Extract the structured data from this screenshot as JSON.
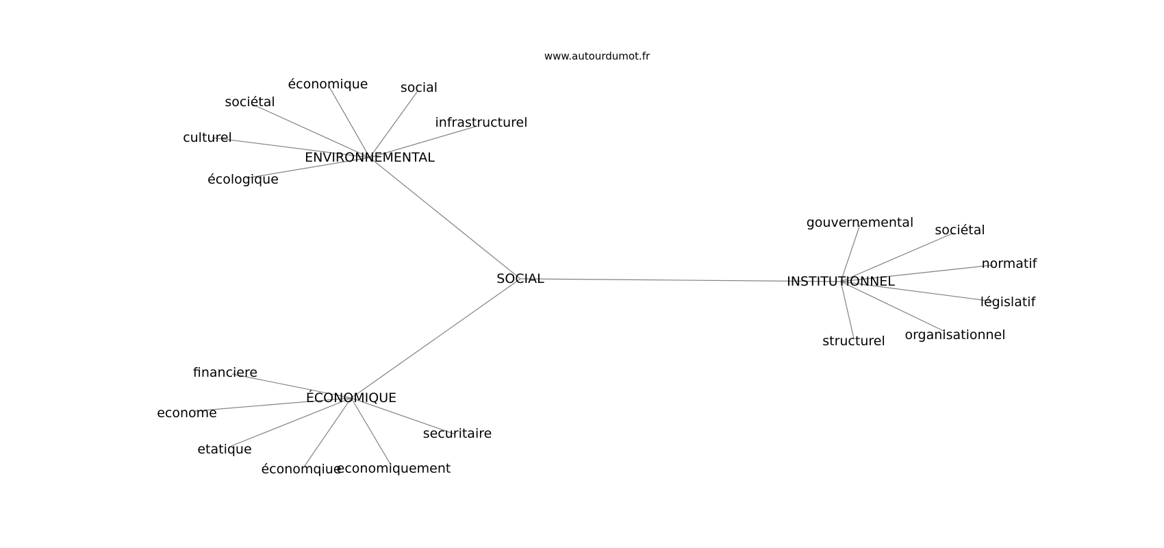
{
  "watermark": "www.autourdumot.fr",
  "graph": {
    "center": "SOCIAL",
    "hubs": [
      {
        "id": "environnemental",
        "label": "ENVIRONNEMENTAL",
        "leaves": [
          "économique",
          "social",
          "sociétal",
          "infrastructurel",
          "culturel",
          "écologique"
        ]
      },
      {
        "id": "institutionnel",
        "label": "INSTITUTIONNEL",
        "leaves": [
          "gouvernemental",
          "sociétal",
          "normatif",
          "législatif",
          "organisationnel",
          "structurel"
        ]
      },
      {
        "id": "economique",
        "label": "ÉCONOMIQUE",
        "leaves": [
          "financiere",
          "econome",
          "etatique",
          "économqiue",
          "economiquement",
          "securitaire"
        ]
      }
    ]
  }
}
